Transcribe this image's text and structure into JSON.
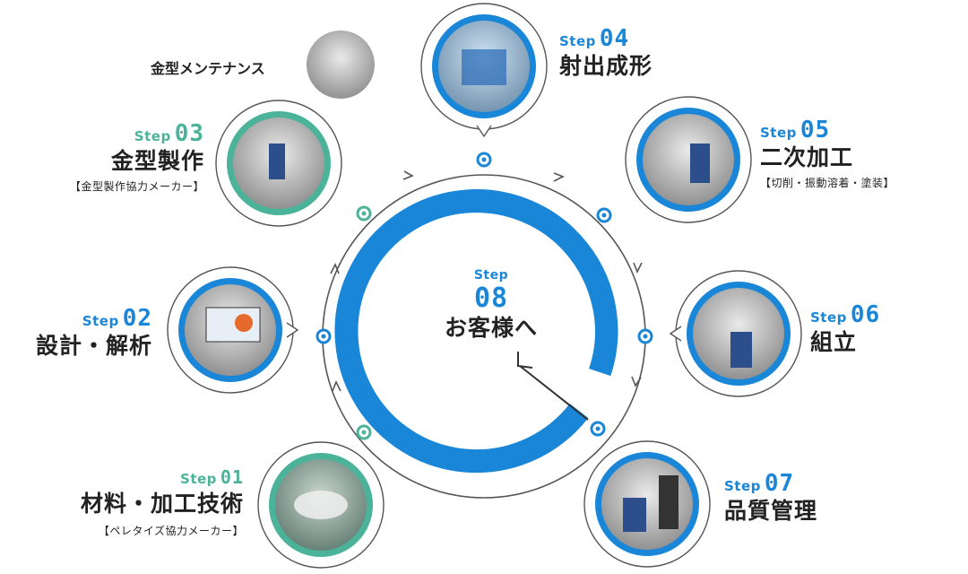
{
  "colors": {
    "blue": "#1a86d8",
    "green": "#4ab399",
    "ring_gray": "#555555"
  },
  "center": {
    "step_word": "Step",
    "step_num": "08",
    "title": "お客様へ"
  },
  "steps": [
    {
      "step_word": "Step",
      "step_num": "01",
      "title": "材料・加工技術",
      "sub": "【ペレタイズ協力メーカー】",
      "color": "green"
    },
    {
      "step_word": "Step",
      "step_num": "02",
      "title": "設計・解析",
      "sub": "",
      "color": "blue"
    },
    {
      "step_word": "Step",
      "step_num": "03",
      "title": "金型製作",
      "sub": "【金型製作協力メーカー】",
      "color": "green"
    },
    {
      "step_word": "Step",
      "step_num": "04",
      "title": "射出成形",
      "sub": "",
      "color": "blue"
    },
    {
      "step_word": "Step",
      "step_num": "05",
      "title": "二次加工",
      "sub": "【切削・振動溶着・塗装】",
      "color": "blue"
    },
    {
      "step_word": "Step",
      "step_num": "06",
      "title": "組立",
      "sub": "",
      "color": "blue"
    },
    {
      "step_word": "Step",
      "step_num": "07",
      "title": "品質管理",
      "sub": "",
      "color": "blue"
    }
  ],
  "maintenance": {
    "title": "金型メンテナンス"
  }
}
